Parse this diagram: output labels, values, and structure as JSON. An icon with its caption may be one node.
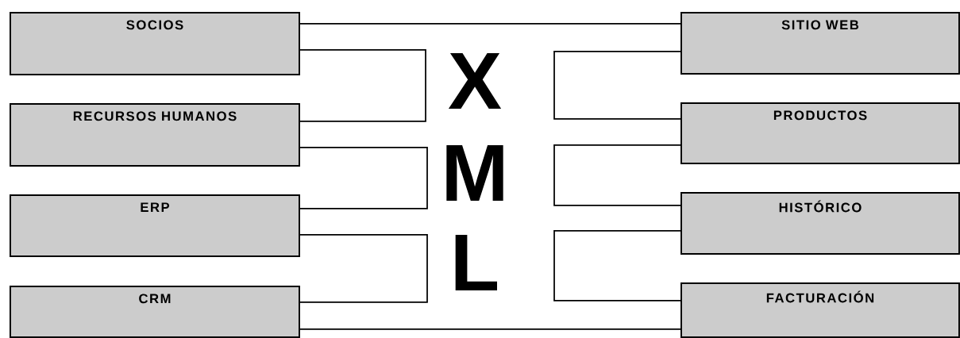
{
  "diagram": {
    "nodes": [
      {
        "text": [
          "SOCIOS"
        ]
      },
      {
        "text": [
          "RECURSOS HUMANOS"
        ]
      },
      {
        "text": [
          "ERP"
        ]
      },
      {
        "text": [
          "CRM"
        ]
      },
      {
        "text": [
          "SITIO WEB"
        ]
      },
      {
        "text": [
          "PRODUCTOS"
        ]
      },
      {
        "text": [
          "HISTÓRICO"
        ]
      },
      {
        "text": [
          "FACTURACIÓN"
        ]
      }
    ],
    "edges": [
      {
        "from": 0,
        "to": 4,
        "arrow": "none"
      },
      {
        "from": 0,
        "to": 1,
        "arrow": "none"
      },
      {
        "from": 1,
        "to": 2,
        "arrow": "none"
      },
      {
        "from": 2,
        "to": 3,
        "arrow": "none"
      },
      {
        "from": 4,
        "to": 5,
        "arrow": "none"
      },
      {
        "from": 5,
        "to": 6,
        "arrow": "none"
      },
      {
        "from": 6,
        "to": 7,
        "arrow": "none"
      },
      {
        "from": 3,
        "to": 7,
        "arrow": "none"
      }
    ],
    "labels": [
      "X",
      "M",
      "L"
    ]
  }
}
